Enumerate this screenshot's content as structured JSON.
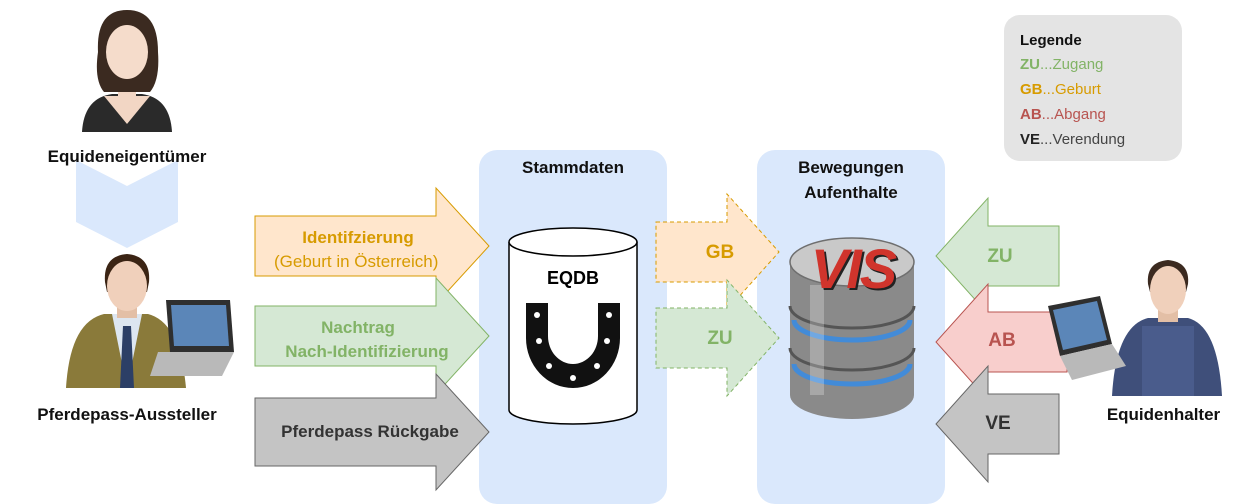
{
  "actors": {
    "owner": "Equideneigentümer",
    "issuer": "Pferdepass-Aussteller",
    "keeper": "Equidenhalter"
  },
  "arrows_in": {
    "identification": {
      "line1": "Identifzierung",
      "line2": "(Geburt in Österreich)"
    },
    "supplement": {
      "line1": "Nachtrag",
      "line2": "Nach-Identifizierung"
    },
    "return": {
      "line1": "Pferdepass Rückgabe"
    }
  },
  "columns": {
    "master": "Stammdaten",
    "movements_line1": "Bewegungen",
    "movements_line2": "Aufenthalte"
  },
  "databases": {
    "eqdb": "EQDB",
    "vis_logo": "VIS"
  },
  "transfer": {
    "gb": "GB",
    "zu": "ZU"
  },
  "keeper_arrows": {
    "zu": "ZU",
    "ab": "AB",
    "ve": "VE"
  },
  "legend": {
    "title": "Legende",
    "items": [
      {
        "code": "ZU",
        "text": "...Zugang",
        "color": "#82b366"
      },
      {
        "code": "GB",
        "text": "...Geburt",
        "color": "#d79b00"
      },
      {
        "code": "AB",
        "text": "...Abgang",
        "color": "#b85450"
      },
      {
        "code": "VE",
        "text": "...Verendung",
        "color": "#333333"
      }
    ]
  },
  "colors": {
    "column_bg": "#dae8fc",
    "orange_fill": "#ffe6cc",
    "orange_stroke": "#d79b00",
    "orange_text": "#d79b00",
    "green_fill": "#d5e8d4",
    "green_stroke": "#82b366",
    "green_text": "#82b366",
    "red_fill": "#f8cecc",
    "red_stroke": "#b85450",
    "red_text": "#b85450",
    "gray_fill": "#bfbfbf",
    "gray_stroke": "#666666",
    "gray_text": "#333333"
  }
}
